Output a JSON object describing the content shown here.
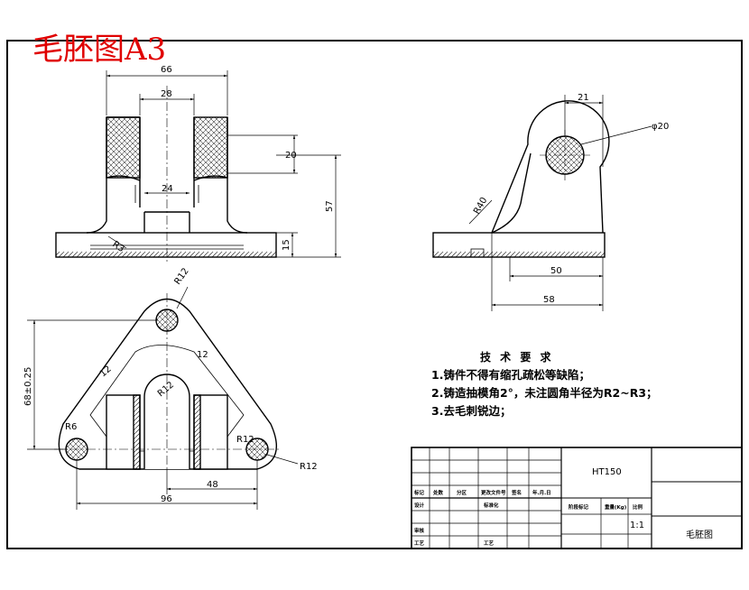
{
  "drawing": {
    "watermark_title": "毛胚图A3",
    "material": "HT150",
    "part_name": "毛胚图",
    "scale": "1:1"
  },
  "dimensions": {
    "d66": "66",
    "d28": "28",
    "d24": "24",
    "d20": "20",
    "d57": "57",
    "d15": "15",
    "r3": "R3",
    "d21": "21",
    "phi20": "φ20",
    "r40": "R40",
    "d50": "50",
    "d58": "58",
    "r12_top": "R12",
    "h68": "68±0.25",
    "d12_right": "12",
    "d12_left": "12",
    "r12_center": "R12",
    "r6": "R6",
    "r12_right": "R12",
    "r12_outer": "R12",
    "d48": "48",
    "d96": "96"
  },
  "technical_requirements": {
    "heading": "技 术 要 求",
    "items": [
      "1.铸件不得有缩孔疏松等缺陷；",
      "2.铸造抽模角2°，未注圆角半径为R2~R3；",
      "3.去毛刺锐边；"
    ]
  },
  "title_block": {
    "row_labels": [
      "标记",
      "处数",
      "分区",
      "更改文件号",
      "签名",
      "年.月.日"
    ],
    "design": "设计",
    "standardization": "标准化",
    "review": "审核",
    "process": "工艺",
    "stage_mark": "阶段标记",
    "weight": "重量(Kg)",
    "scale_label": "比例"
  }
}
